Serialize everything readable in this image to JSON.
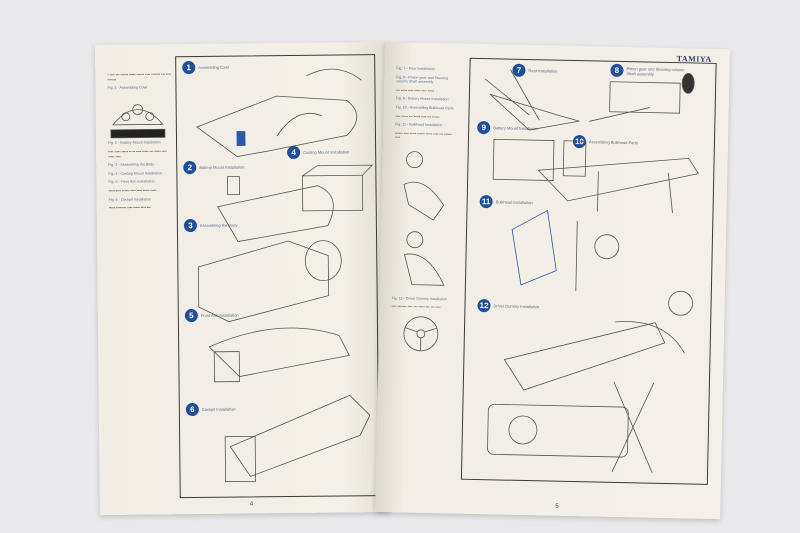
{
  "brand": "TAMIYA",
  "left_page": {
    "page_number": "4",
    "sidebar_figs": [
      "Fig. 1 - Assembling Cowl",
      "Fig. 2 - Battery Mount Installation",
      "Fig. 3 - Assembling the Body",
      "Fig. 4 - Cooling Mount Installation",
      "Fig. 5 - Front Arm Installation",
      "Fig. 6 - Cockpit Installation"
    ],
    "steps": [
      {
        "num": "1",
        "title": "Assembling Cowl"
      },
      {
        "num": "2",
        "title": "Battery Mount Installation"
      },
      {
        "num": "3",
        "title": "Assembling the Body"
      },
      {
        "num": "4",
        "title": "Cooling Mount Installation"
      },
      {
        "num": "5",
        "title": "Front Arm Installation"
      },
      {
        "num": "6",
        "title": "Cockpit Installation"
      }
    ]
  },
  "right_page": {
    "page_number": "5",
    "sidebar_figs": [
      "Fig. 7 - Rear Installation",
      "Fig. 8 - Pinion gear and Steering column Shaft assembly",
      "Fig. 9 - Battery Mount Installation",
      "Fig. 10 - Assembling Bulkhead Parts",
      "Fig. 11 - Bulkhead Installation",
      "Fig. 12 - Driver Dummy Installation"
    ],
    "steps": [
      {
        "num": "7",
        "title": "Rear Installation"
      },
      {
        "num": "8",
        "title": "Pinion gear and Steering column Shaft assembly"
      },
      {
        "num": "9",
        "title": "Battery Mount Installation"
      },
      {
        "num": "10",
        "title": "Assembling Bulkhead Parts"
      },
      {
        "num": "11",
        "title": "Bulkhead Installation"
      },
      {
        "num": "12",
        "title": "Driver Dummy Installation"
      }
    ]
  }
}
